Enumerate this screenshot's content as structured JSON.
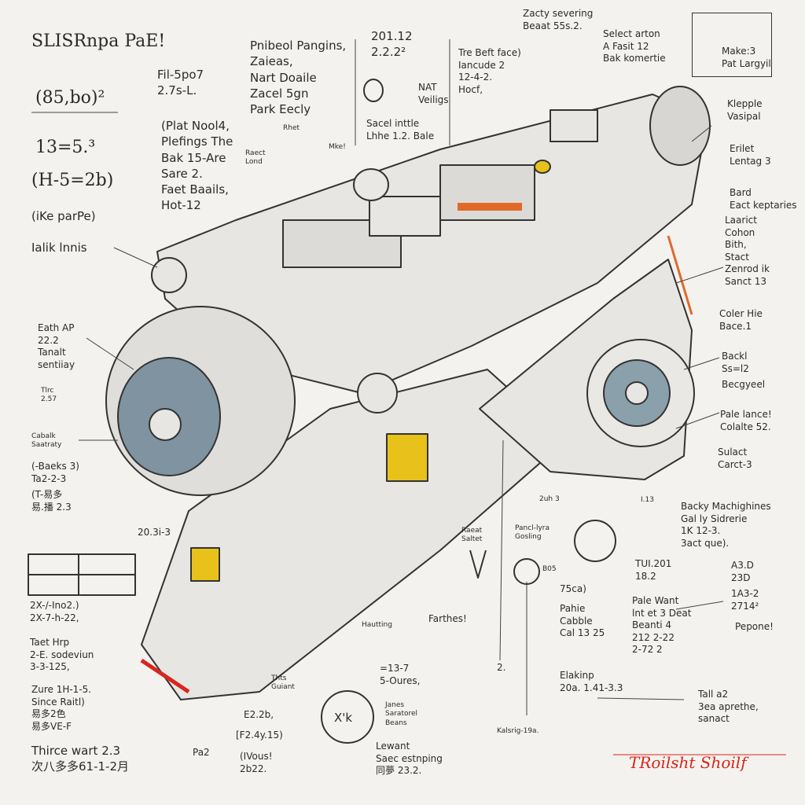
{
  "title": "SLISRnpa PaE!",
  "annotations": [
    "(85,bo)²",
    "13=5.³",
    "(H-5=2b)",
    "(iKe parPe)",
    "Ialik lnnis",
    "Fil-5po7\n2.7s-L.",
    "Pnibeol Pangins,\nZaieas,\nNart Doaile\nZacel 5gn\nPark Eecly",
    "201.12\n2.2.2²",
    "NAT\nVeiligs",
    "Sacel inttle\nLhhe 1.2. Bale",
    "Zacty severing\nBeaat 55s.2.",
    "Tre Beft face)\nIancude 2\n12-4-2.\nHocf,",
    "Select arton\nA Fasit 12\nBak komertie",
    "Make:3\nPat Largyil",
    "(Plat Nool4,\nPlefings The\nBak 15-Are\nSare 2.\nFaet Baails,\nHot-12",
    "Raect\nLond",
    "Rhet",
    "Mke!",
    "Klepple\nVasipal",
    "Erilet\nLentag 3",
    "Bard\nEact keptaries",
    "Laarict\nCohon\nBith,\nStact\nZenrod ik\nSanct 13",
    "Coler Hie\nBace.1",
    "Backl\nSs=l2",
    "Becgyeel",
    "Pale lance!\nColalte 52.",
    "Sulact\nCarct-3",
    "Backy Machighines\nGal ly Sidrerie\n1K 12-3.\n3act que).",
    "TUI.201\n18.2",
    "A3.D\n23D",
    "Pale Want\nlnt et 3 Deat\nBeanti 4\n212 2-22\n2-72 2",
    "1A3-2\n2714²",
    "Pepone!",
    "Eath AP\n22.2\nTanalt\nsentiiay",
    "Tlrc\n2.57",
    "Cabalk\nSaatraty",
    "(-Baeks 3)\nTa2-2-3",
    "(T-易多\n易.播 2.3",
    "20.3i-3",
    "2X-/-Ino2.)\n2X-7-h-22,",
    "Taet Hrp\n2-E. sodeviun\n3-3-125,",
    "Zure 1H-1-5.\nSince Raitl)\n易多2色\n易多VE-F",
    "Thirce wart 2.3\n次八多多61-1-2月",
    "Pa2",
    "[F2.4y.15)",
    "(IVous!\n2b22.",
    "E2.2b,",
    "Thts\nGuiant",
    "Hautting",
    "Farthes!",
    "Raeat\nSaltet",
    "Pancl-lyra\nGosling",
    "2uh 3",
    "I.13",
    "B05",
    "75ca)",
    "Pahie\nCabble\nCal 13 25",
    "2.",
    "Elakinp\n20a. 1.41-3.3",
    "Tall a2\n3ea aprethe,\nsanact",
    "Kalsrig-19a.",
    "=13-7\n5-Oures,",
    "Janes\nSaratorel\nBeans",
    "Lewant\nSaec estnping\n同夢 23.2.",
    "X'k"
  ],
  "signature": "TRoilsht Shoilf",
  "colors": {
    "paper": "#f4f2ee",
    "ink": "#2a2a2a",
    "accent_red": "#d8261c",
    "accent_yellow": "#e8c21a",
    "hull": "#e6e4e0"
  }
}
